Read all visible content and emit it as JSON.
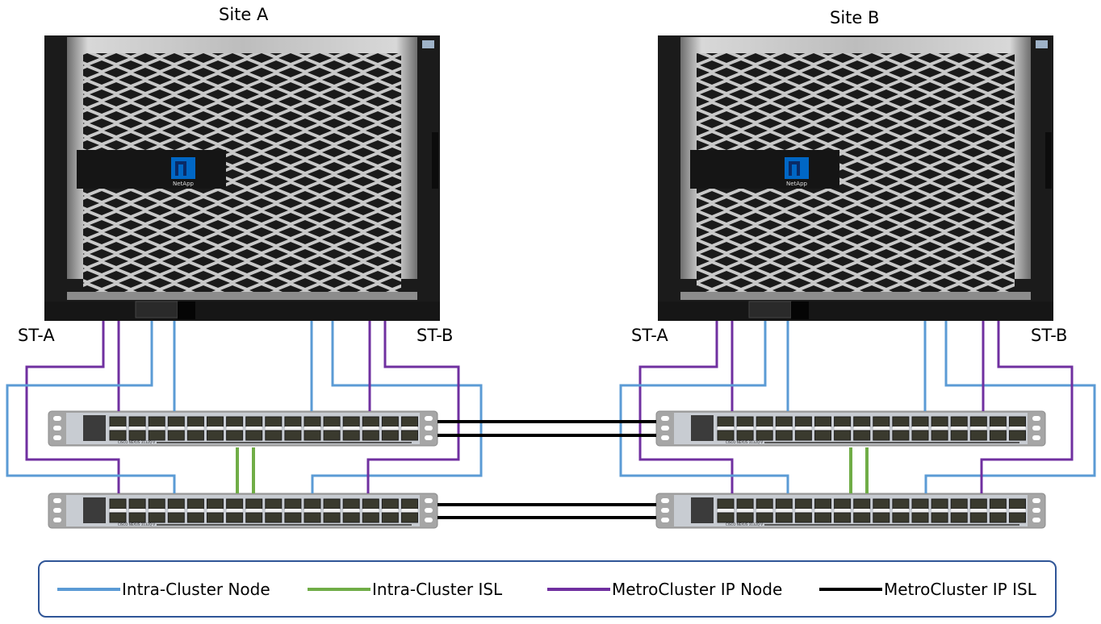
{
  "sites": [
    {
      "label": "Site A",
      "brand": "NetApp",
      "st_left": "ST-A",
      "st_right": "ST-B"
    },
    {
      "label": "Site B",
      "brand": "NetApp",
      "st_left": "ST-A",
      "st_right": "ST-B"
    }
  ],
  "switch_model_label": "CISCO NEXUS 3132Q-V",
  "colors": {
    "intra_cluster_node": "#5b9bd5",
    "intra_cluster_isl": "#70ad47",
    "metrocluster_ip_node": "#7030a0",
    "metrocluster_ip_isl": "#000000",
    "legend_border": "#2f5597",
    "netapp_blue": "#0067c5"
  },
  "legend": [
    {
      "label": "Intra-Cluster Node",
      "color": "#5b9bd5"
    },
    {
      "label": "Intra-Cluster ISL",
      "color": "#70ad47"
    },
    {
      "label": "MetroCluster IP Node",
      "color": "#7030a0"
    },
    {
      "label": "MetroCluster IP ISL",
      "color": "#000000"
    }
  ]
}
